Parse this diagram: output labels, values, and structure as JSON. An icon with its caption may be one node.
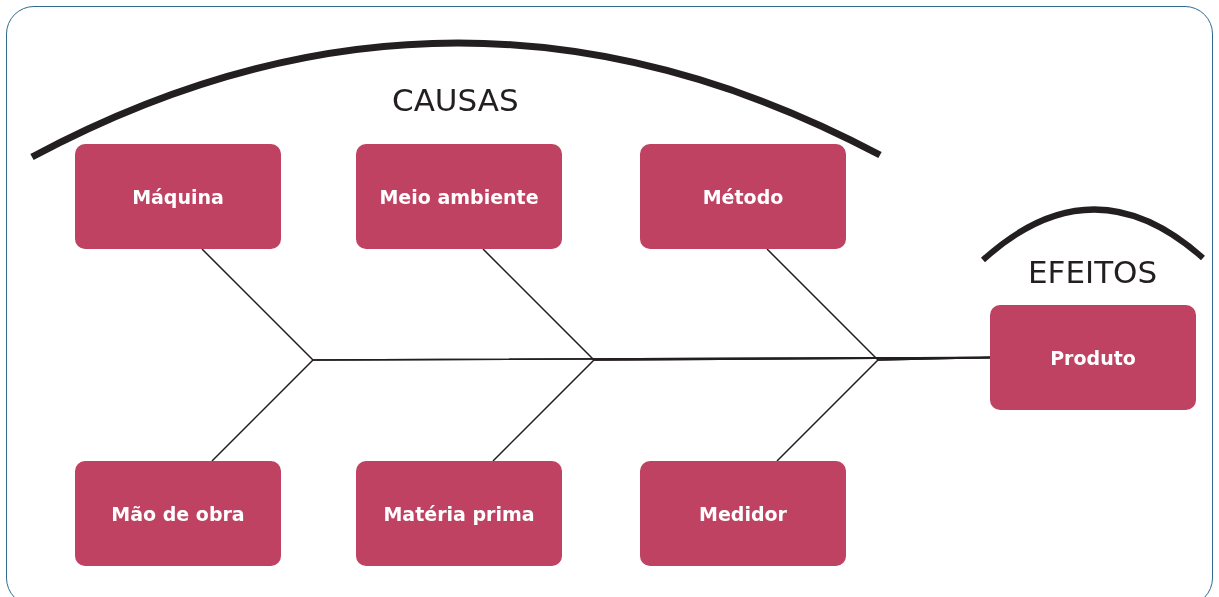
{
  "diagram": {
    "nodes": [
      {
        "text": [
          "Máquina"
        ]
      },
      {
        "text": [
          "Meio ambiente"
        ]
      },
      {
        "text": [
          "Método"
        ]
      },
      {
        "text": [
          "Mão de obra"
        ]
      },
      {
        "text": [
          "Matéria prima"
        ]
      },
      {
        "text": [
          "Medidor"
        ]
      },
      {
        "text": [
          "Produto"
        ]
      }
    ],
    "edges": [
      {
        "from": 0,
        "to": 6,
        "arrow": "none"
      },
      {
        "from": 1,
        "to": 6,
        "arrow": "none"
      },
      {
        "from": 2,
        "to": 6,
        "arrow": "none"
      },
      {
        "from": 3,
        "to": 6,
        "arrow": "none"
      },
      {
        "from": 4,
        "to": 6,
        "arrow": "none"
      },
      {
        "from": 5,
        "to": 6,
        "arrow": "none"
      }
    ],
    "labels": [
      "CAUSAS",
      "EFEITOS"
    ]
  }
}
